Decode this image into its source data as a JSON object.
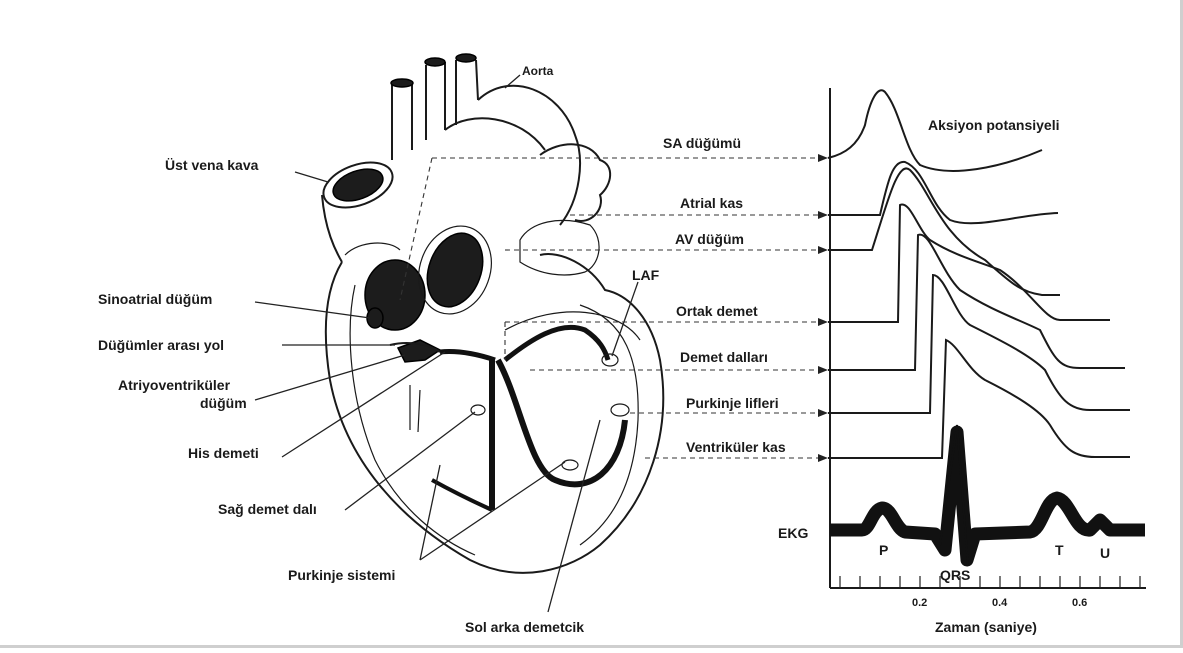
{
  "heart": {
    "labels": {
      "aorta": "Aorta",
      "svc": "Üst vena kava",
      "sa_node": "Sinoatrial düğüm",
      "internodal": "Düğümler arası yol",
      "av_node_line1": "Atriyoventriküler",
      "av_node_line2": "düğüm",
      "his": "His demeti",
      "right_branch": "Sağ demet dalı",
      "purkinje_system": "Purkinje sistemi",
      "left_post": "Sol arka demetcik",
      "laf": "LAF"
    }
  },
  "traces": {
    "rows": [
      {
        "label": "SA düğümü"
      },
      {
        "label": "Atrial kas"
      },
      {
        "label": "AV düğüm"
      },
      {
        "label": "Ortak demet"
      },
      {
        "label": "Demet dalları"
      },
      {
        "label": "Purkinje lifleri"
      },
      {
        "label": "Ventriküler kas"
      }
    ],
    "title": "Aksiyon potansiyeli",
    "ekg": {
      "label": "EKG",
      "waves": [
        "P",
        "QRS",
        "T",
        "U"
      ]
    },
    "axis": {
      "ticks": [
        "0.2",
        "0.4",
        "0.6"
      ],
      "label": "Zaman (saniye)"
    }
  }
}
